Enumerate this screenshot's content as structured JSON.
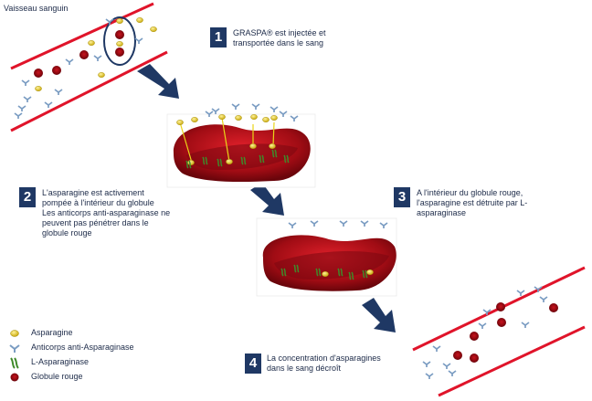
{
  "vessel_label": "Vaisseau sanguin",
  "steps": [
    {
      "num": "1",
      "lines": [
        "GRASPA® est injectée et",
        "transportée dans le sang"
      ]
    },
    {
      "num": "2",
      "lines": [
        "L'asparagine est activement",
        "pompée à l'intérieur du globule",
        "Les anticorps anti-asparaginase ne",
        "peuvent pas pénétrer dans le",
        "globule rouge"
      ]
    },
    {
      "num": "3",
      "lines": [
        "A l'intérieur du globule rouge,",
        "l'asparagine est détruite par L-",
        "asparaginase"
      ]
    },
    {
      "num": "4",
      "lines": [
        "La concentration d'asparagines",
        "dans le sang décroît"
      ]
    }
  ],
  "legend": [
    {
      "icon": "asparagine-icon",
      "label": "Asparagine"
    },
    {
      "icon": "antibody-icon",
      "label": "Anticorps anti-Asparaginase"
    },
    {
      "icon": "l-asparaginase-icon",
      "label": "L-Asparaginase"
    },
    {
      "icon": "red-blood-cell-icon",
      "label": "Globule rouge"
    }
  ],
  "colors": {
    "vessel_line": "#e0142a",
    "step_box": "#1f3864",
    "arrow": "#1f3864",
    "red_cell": "#b3101a",
    "asparagine": "#d8c41c",
    "antibody": "#7a9cc2",
    "enzyme": "#3f8a2a"
  }
}
